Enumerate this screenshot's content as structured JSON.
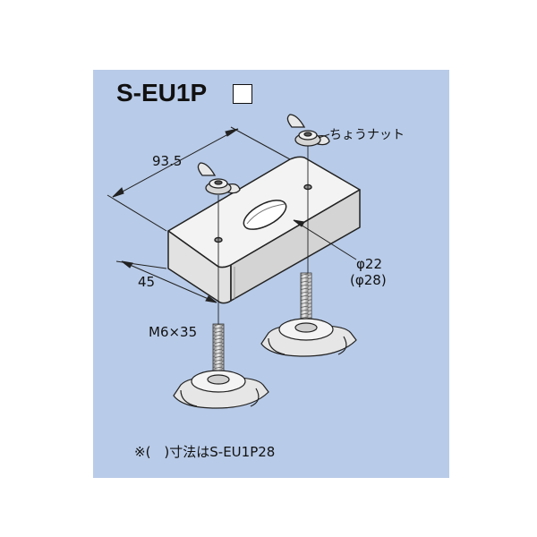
{
  "title": "S-EU1P",
  "labels": {
    "wing_nut": "ちょうナット",
    "width": "93.5",
    "depth": "45",
    "bolt": "M6×35",
    "hole": "φ22",
    "hole_alt": "(φ28)"
  },
  "footnote": "※(　)寸法はS-EU1P28",
  "colors": {
    "background": "#b8cbe8",
    "part_fill": "#ebebeb",
    "line": "#222222"
  }
}
